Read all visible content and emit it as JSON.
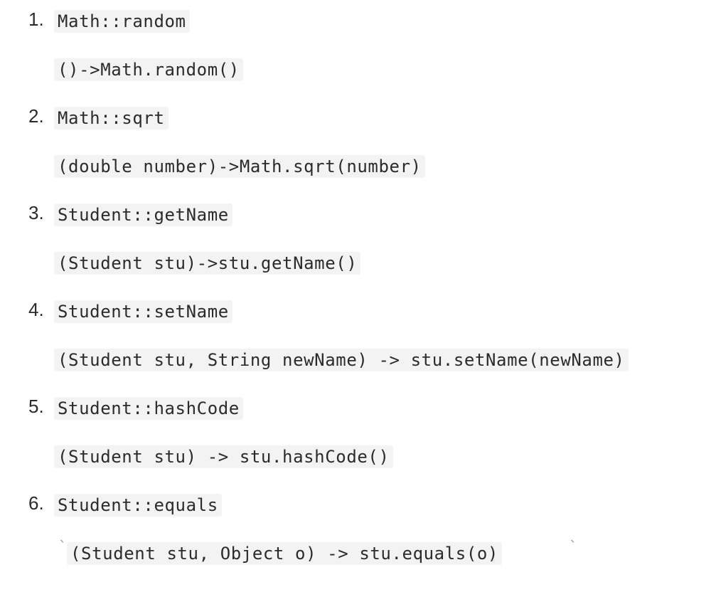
{
  "items": [
    {
      "number": "1.",
      "reference": "Math::random",
      "lambda": "()->Math.random()"
    },
    {
      "number": "2.",
      "reference": "Math::sqrt",
      "lambda": "(double number)->Math.sqrt(number)"
    },
    {
      "number": "3.",
      "reference": "Student::getName",
      "lambda": "(Student stu)->stu.getName()"
    },
    {
      "number": "4.",
      "reference": "Student::setName",
      "lambda": "(Student stu, String newName) -> stu.setName(newName)"
    },
    {
      "number": "5.",
      "reference": "Student::hashCode",
      "lambda": "(Student stu) -> stu.hashCode()"
    },
    {
      "number": "6.",
      "reference": "Student::equals",
      "lambda": "(Student stu, Object o) -> stu.equals(o)",
      "tick": "`"
    }
  ]
}
